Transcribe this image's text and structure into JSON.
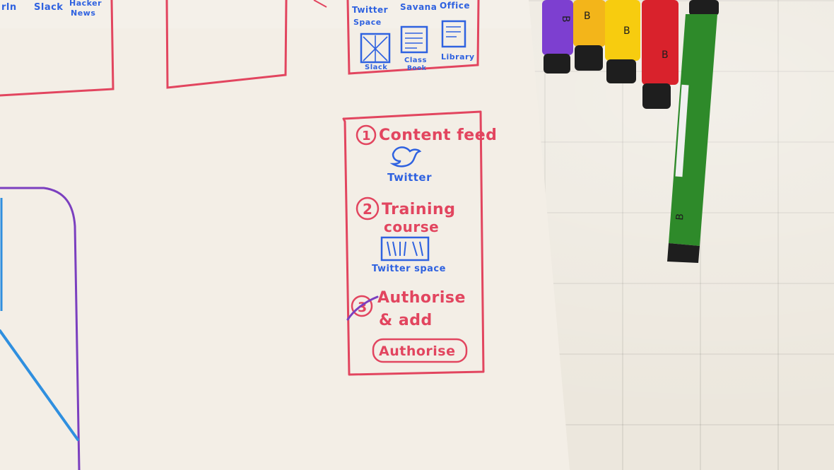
{
  "sketch": {
    "top_left_labels": [
      "rln",
      "Slack",
      "Hacker",
      "News"
    ],
    "app_grid": {
      "row1": [
        "Twitter",
        "Space",
        "Savana",
        "Office"
      ],
      "row2": [
        "Slack",
        "Class",
        "Book",
        "Library"
      ]
    },
    "onboarding_card": {
      "step1_number": "1",
      "step1_title": "Content feed",
      "step1_caption": "Twitter",
      "step2_number": "2",
      "step2_title_line1": "Training",
      "step2_title_line2": "course",
      "step2_caption": "Twitter space",
      "step3_number": "3",
      "step3_title_line1": "Authorise",
      "step3_title_line2": "& add",
      "authorise_button": "Authorise"
    }
  },
  "colors": {
    "paper": "#f3eee6",
    "red_ink": "#e2455f",
    "blue_ink": "#2f62e0",
    "purple_ink": "#7b3fbf",
    "cloth": "#ece7dd"
  },
  "markers": [
    {
      "color": "#7d3fd0",
      "label": "B"
    },
    {
      "color": "#f3b51a",
      "label": "B"
    },
    {
      "color": "#f7cc0f",
      "label": "B"
    },
    {
      "color": "#d9222c",
      "label": "B"
    },
    {
      "color": "#2e8a2a",
      "label": "B"
    }
  ]
}
